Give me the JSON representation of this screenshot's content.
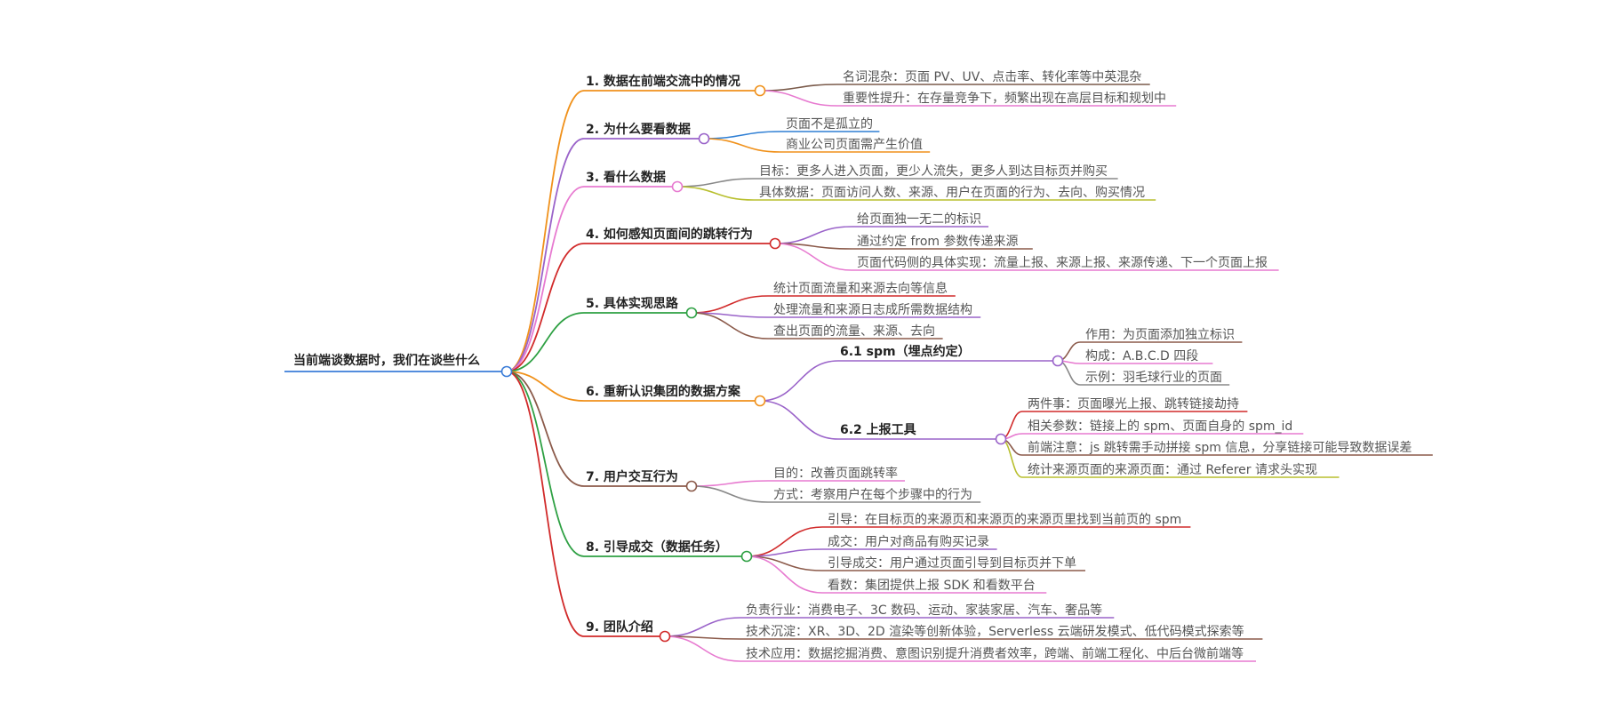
{
  "root": {
    "label": "当前端谈数据时，我们在谈些什么",
    "color": "#3b7dd8"
  },
  "branches": [
    {
      "label": "1. 数据在前端交流中的情况",
      "color": "#f0911b",
      "children": [
        {
          "label": "名词混杂：页面 PV、UV、点击率、转化率等中英混杂",
          "color": "#7a5a4a"
        },
        {
          "label": "重要性提升：在存量竞争下，频繁出现在高层目标和规划中",
          "color": "#e77ad0"
        }
      ]
    },
    {
      "label": "2. 为什么要看数据",
      "color": "#9a63c9",
      "children": [
        {
          "label": "页面不是孤立的",
          "color": "#2f7fd4"
        },
        {
          "label": "商业公司页面需产生价值",
          "color": "#f0911b"
        }
      ]
    },
    {
      "label": "3. 看什么数据",
      "color": "#e77ad0",
      "children": [
        {
          "label": "目标：更多人进入页面，更少人流失，更多人到达目标页并购买",
          "color": "#888888"
        },
        {
          "label": "具体数据：页面访问人数、来源、用户在页面的行为、去向、购买情况",
          "color": "#b8bf2e"
        }
      ]
    },
    {
      "label": "4. 如何感知页面间的跳转行为",
      "color": "#d12a2a",
      "children": [
        {
          "label": "给页面独一无二的标识",
          "color": "#9a63c9"
        },
        {
          "label": "通过约定 from 参数传递来源",
          "color": "#8b5a4a"
        },
        {
          "label": "页面代码侧的具体实现：流量上报、来源上报、来源传递、下一个页面上报",
          "color": "#e77ad0"
        }
      ]
    },
    {
      "label": "5. 具体实现思路",
      "color": "#2ea043",
      "children": [
        {
          "label": "统计页面流量和来源去向等信息",
          "color": "#d12a2a"
        },
        {
          "label": "处理流量和来源日志成所需数据结构",
          "color": "#9a63c9"
        },
        {
          "label": "查出页面的流量、来源、去向",
          "color": "#8b5a4a"
        }
      ]
    },
    {
      "label": "6. 重新认识集团的数据方案",
      "color": "#f0911b",
      "children": [
        {
          "label": "6.1 spm（埋点约定）",
          "color": "#9a63c9",
          "children": [
            {
              "label": "作用：为页面添加独立标识",
              "color": "#8b5a4a"
            },
            {
              "label": "构成：A.B.C.D 四段",
              "color": "#e77ad0"
            },
            {
              "label": "示例：羽毛球行业的页面",
              "color": "#888888"
            }
          ]
        },
        {
          "label": "6.2 上报工具",
          "color": "#9a63c9",
          "children": [
            {
              "label": "两件事：页面曝光上报、跳转链接劫持",
              "color": "#d12a2a"
            },
            {
              "label": "相关参数：链接上的 spm、页面自身的 spm_id",
              "color": "#e77ad0"
            },
            {
              "label": "前端注意：js 跳转需手动拼接 spm 信息，分享链接可能导致数据误差",
              "color": "#8b5a4a"
            },
            {
              "label": "统计来源页面的来源页面：通过 Referer 请求头实现",
              "color": "#b8bf2e"
            }
          ]
        }
      ]
    },
    {
      "label": "7. 用户交互行为",
      "color": "#8b5a4a",
      "children": [
        {
          "label": "目的：改善页面跳转率",
          "color": "#e77ad0"
        },
        {
          "label": "方式：考察用户在每个步骤中的行为",
          "color": "#888888"
        }
      ]
    },
    {
      "label": "8. 引导成交（数据任务）",
      "color": "#2ea043",
      "children": [
        {
          "label": "引导：在目标页的来源页和来源页的来源页里找到当前页的 spm",
          "color": "#d12a2a"
        },
        {
          "label": "成交：用户对商品有购买记录",
          "color": "#9a63c9"
        },
        {
          "label": "引导成交：用户通过页面引导到目标页并下单",
          "color": "#8b5a4a"
        },
        {
          "label": "看数：集团提供上报 SDK 和看数平台",
          "color": "#e77ad0"
        }
      ]
    },
    {
      "label": "9. 团队介绍",
      "color": "#d12a2a",
      "children": [
        {
          "label": "负责行业：消费电子、3C 数码、运动、家装家居、汽车、奢品等",
          "color": "#9a63c9"
        },
        {
          "label": "技术沉淀：XR、3D、2D 渲染等创新体验，Serverless 云端研发模式、低代码模式探索等",
          "color": "#8b5a4a"
        },
        {
          "label": "技术应用：数据挖掘消费、意图识别提升消费者效率，跨端、前端工程化、中后台微前端等",
          "color": "#e77ad0"
        }
      ]
    }
  ]
}
